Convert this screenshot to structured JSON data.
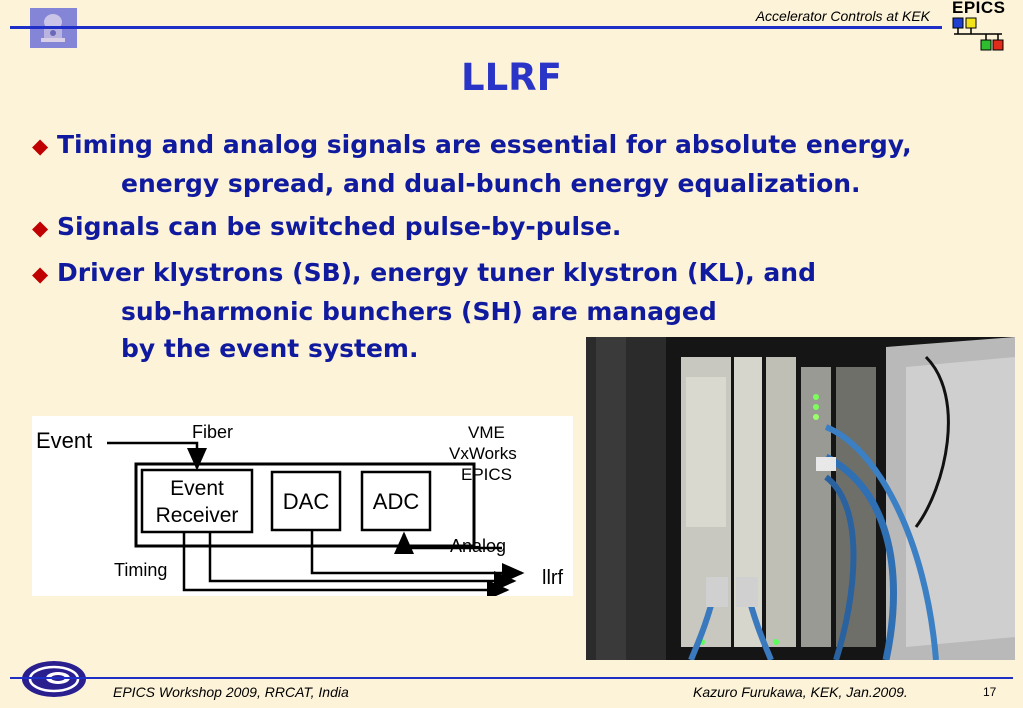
{
  "header": {
    "text": "Accelerator Controls at KEK",
    "epics_logo_text": "EPICS",
    "emblem_icon": "national-emblem-icon"
  },
  "title": "LLRF",
  "bullets": [
    {
      "lines": [
        "Timing and analog signals are essential for absolute energy,",
        "energy spread, and dual-bunch energy equalization."
      ]
    },
    {
      "lines": [
        "Signals can be switched pulse-by-pulse."
      ]
    },
    {
      "lines": [
        "Driver klystrons (SB), energy tuner klystron (KL), and",
        "sub-harmonic bunchers (SH) are managed",
        "by the event system."
      ]
    }
  ],
  "diagram": {
    "event_label": "Event",
    "fiber_label": "Fiber",
    "stack_labels": [
      "VME",
      "VxWorks",
      "EPICS"
    ],
    "event_receiver": [
      "Event",
      "Receiver"
    ],
    "dac_label": "DAC",
    "adc_label": "ADC",
    "analog_label": "Analog",
    "timing_label": "Timing",
    "llrf_label": "llrf"
  },
  "photo": {
    "subject": "vme-crate-photo"
  },
  "footer": {
    "left": "EPICS Workshop 2009, RRCAT, India",
    "right": "Kazuro Furukawa, KEK, Jan.2009.",
    "page": "17"
  },
  "colors": {
    "background": "#fdf3d9",
    "rule_blue": "#1e2fc8",
    "title_blue": "#2a35c8",
    "bullet_text": "#0f1a9e",
    "bullet_marker": "#c00000"
  }
}
